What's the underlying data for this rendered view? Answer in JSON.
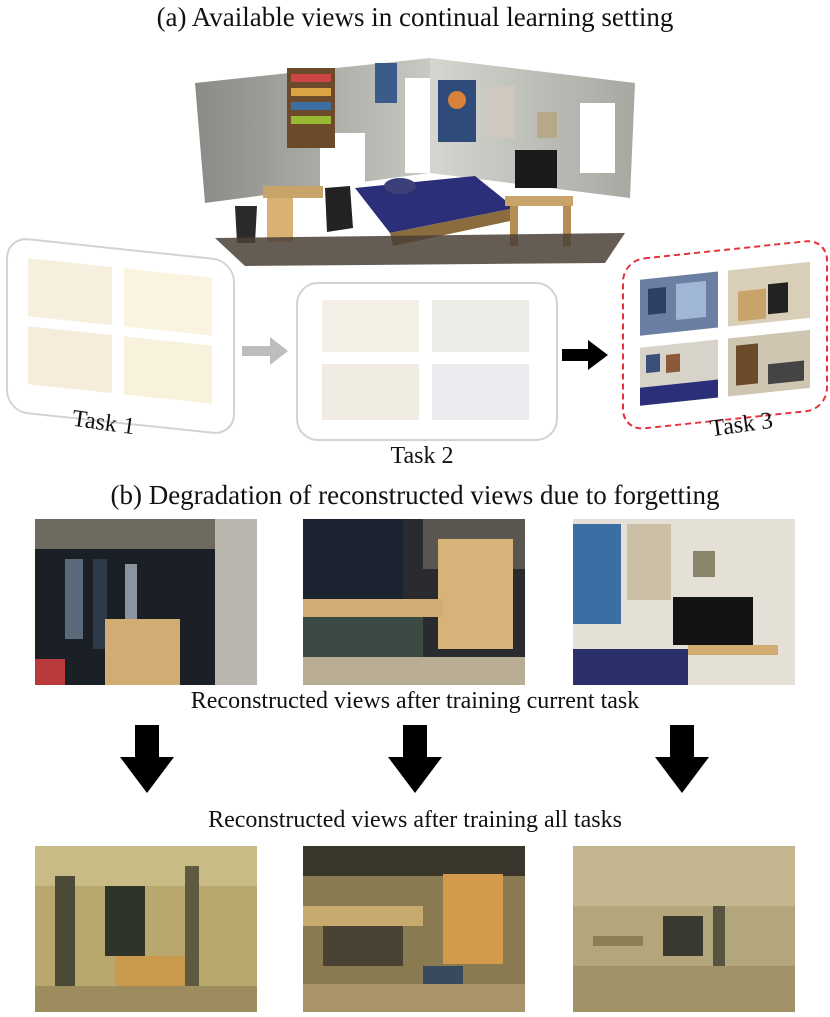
{
  "section_a": {
    "title": "(a) Available views in continual learning setting"
  },
  "tasks": [
    {
      "label": "Task 1",
      "faded": true
    },
    {
      "label": "Task 2",
      "faded": true
    },
    {
      "label": "Task 3",
      "faded": false,
      "highlight_color": "#e8303a"
    }
  ],
  "section_b": {
    "title": "(b) Degradation of reconstructed views due to forgetting",
    "row1_caption": "Reconstructed views after training current task",
    "row2_caption": "Reconstructed views after training all tasks"
  },
  "colors": {
    "dashed_border": "#e8303a",
    "panel_border": "#d3d3d3",
    "arrow_gray": "#bdbdbd",
    "arrow_black": "#000000"
  }
}
